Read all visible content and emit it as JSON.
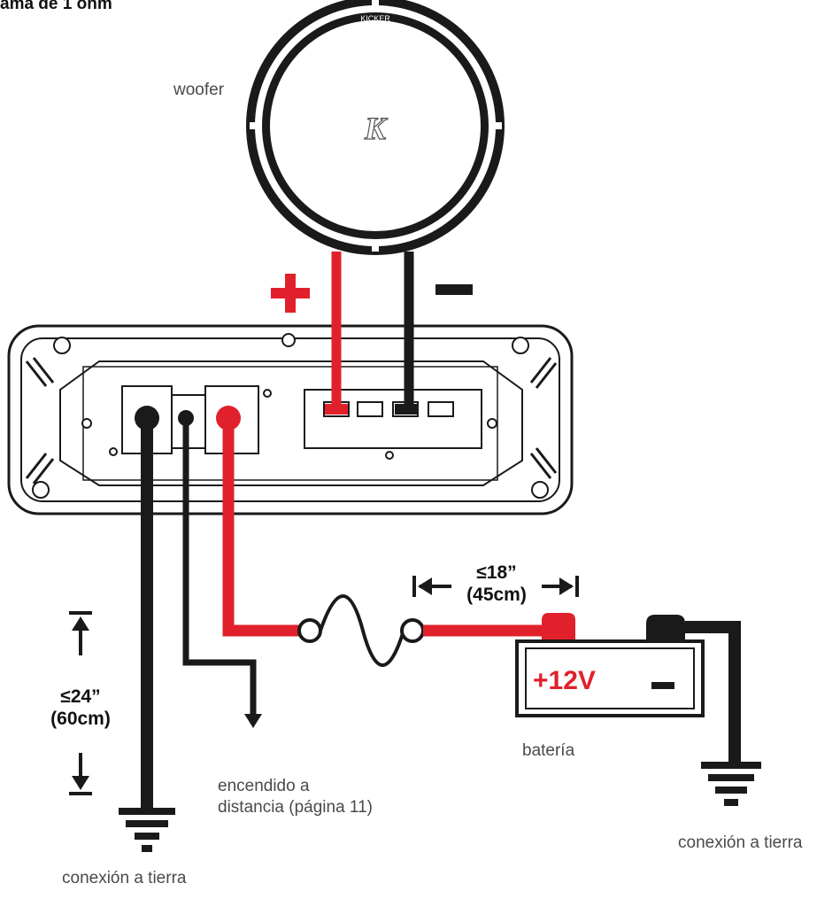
{
  "title": "ama de 1 ohm",
  "labels": {
    "woofer": "woofer",
    "battery": "batería",
    "remote_line1": "encendido a",
    "remote_line2": "distancia (página 11)",
    "ground_left": "conexión a tierra",
    "ground_right": "conexión a tierra"
  },
  "measurements": {
    "fuse_distance_line1": "≤18”",
    "fuse_distance_line2": "(45cm)",
    "ground_distance_line1": "≤24”",
    "ground_distance_line2": "(60cm)"
  },
  "symbols": {
    "positive": "+",
    "negative": "−",
    "battery_voltage": "+12V",
    "battery_negative": "−",
    "logo": "K"
  },
  "colors": {
    "positive_wire": "#e0212b",
    "negative_wire": "#1a1a1a",
    "outline": "#1a1a1a"
  }
}
